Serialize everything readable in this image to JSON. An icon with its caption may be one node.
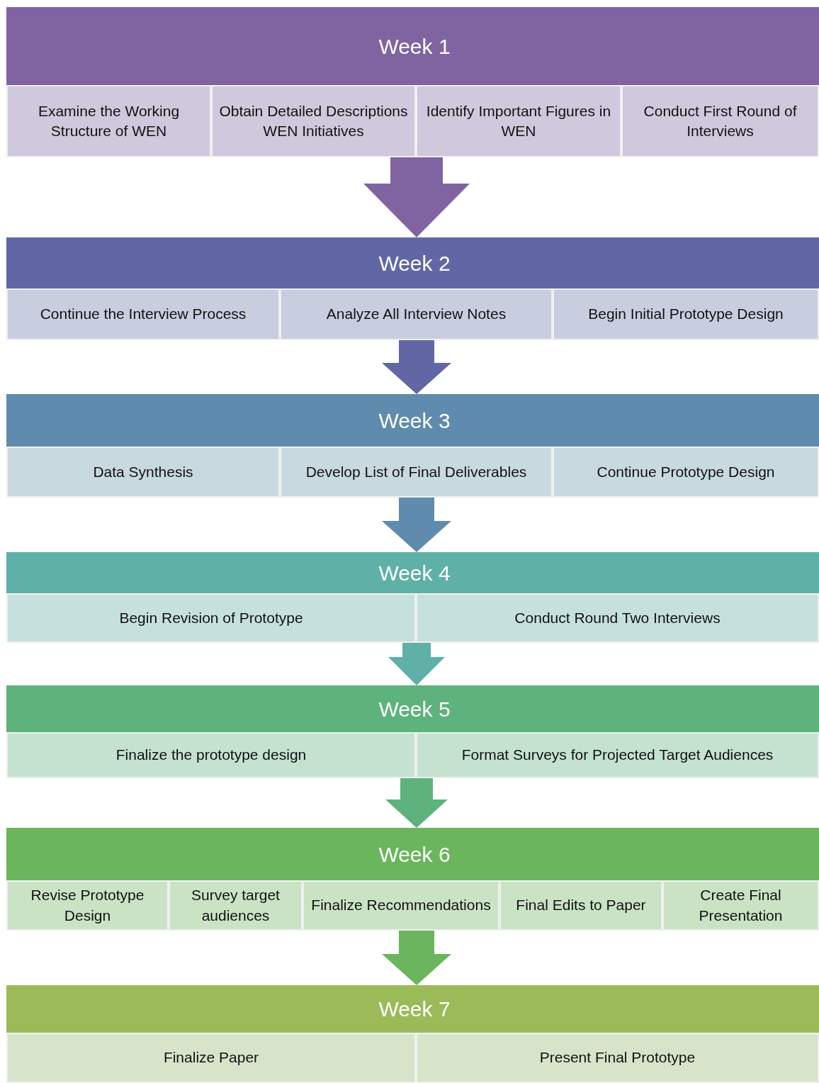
{
  "diagram": {
    "nodes": [
      {
        "text": [
          "Week 1"
        ]
      },
      {
        "text": [
          "Examine the Working Structure of WEN"
        ],
        "in": 0
      },
      {
        "text": [
          "Obtain Detailed Descriptions WEN Initiatives"
        ],
        "in": 0
      },
      {
        "text": [
          "Identify Important Figures in WEN"
        ],
        "in": 0
      },
      {
        "text": [
          "Conduct First Round of Interviews"
        ],
        "in": 0
      },
      {
        "text": [
          "Week 2"
        ]
      },
      {
        "text": [
          "Continue the Interview Process"
        ],
        "in": 5
      },
      {
        "text": [
          "Analyze All Interview Notes"
        ],
        "in": 5
      },
      {
        "text": [
          "Begin Initial Prototype Design"
        ],
        "in": 5
      },
      {
        "text": [
          "Week 3"
        ]
      },
      {
        "text": [
          "Data Synthesis"
        ],
        "in": 9
      },
      {
        "text": [
          "Develop List of Final Deliverables"
        ],
        "in": 9
      },
      {
        "text": [
          "Continue Prototype Design"
        ],
        "in": 9
      },
      {
        "text": [
          "Week 4"
        ]
      },
      {
        "text": [
          "Begin Revision of Prototype"
        ],
        "in": 13
      },
      {
        "text": [
          "Conduct Round Two Interviews"
        ],
        "in": 13
      },
      {
        "text": [
          "Week 5"
        ]
      },
      {
        "text": [
          "Finalize the prototype design"
        ],
        "in": 16
      },
      {
        "text": [
          "Format Surveys for Projected Target Audiences"
        ],
        "in": 16
      },
      {
        "text": [
          "Week 6"
        ]
      },
      {
        "text": [
          "Revise Prototype Design"
        ],
        "in": 19
      },
      {
        "text": [
          "Survey target audiences"
        ],
        "in": 19
      },
      {
        "text": [
          "Finalize Recommendations"
        ],
        "in": 19
      },
      {
        "text": [
          "Final Edits to Paper"
        ],
        "in": 19
      },
      {
        "text": [
          "Create Final Presentation"
        ],
        "in": 19
      },
      {
        "text": [
          "Week 7"
        ]
      },
      {
        "text": [
          "Finalize Paper"
        ],
        "in": 25
      },
      {
        "text": [
          "Present Final Prototype"
        ],
        "in": 25
      }
    ],
    "edges": [
      {
        "from": 0,
        "to": 5,
        "arrow": "to"
      },
      {
        "from": 5,
        "to": 9,
        "arrow": "to"
      },
      {
        "from": 9,
        "to": 13,
        "arrow": "to"
      },
      {
        "from": 13,
        "to": 16,
        "arrow": "to"
      },
      {
        "from": 16,
        "to": 19,
        "arrow": "to"
      },
      {
        "from": 19,
        "to": 25,
        "arrow": "to"
      }
    ]
  }
}
